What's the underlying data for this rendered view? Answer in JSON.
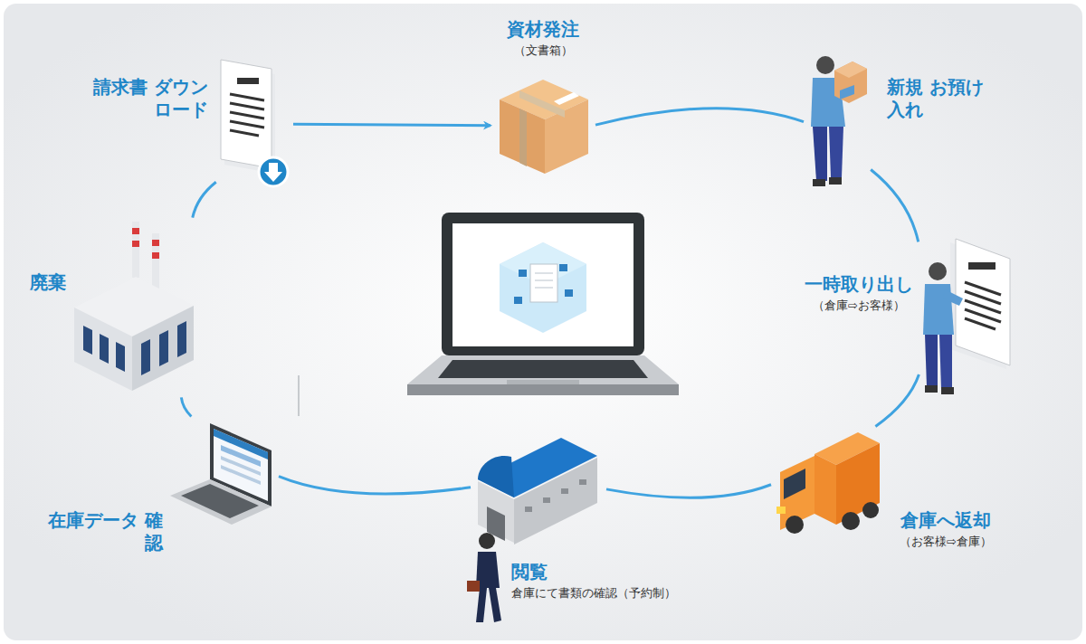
{
  "diagram": {
    "nodes": [
      {
        "text": [
          "資材発注",
          "（文書箱）"
        ]
      },
      {
        "text": [
          "新規 お預け入れ"
        ]
      },
      {
        "text": [
          "一時取り出し",
          "（倉庫⇨お客様）"
        ]
      },
      {
        "text": [
          "倉庫へ返却",
          "（お客様⇨倉庫）"
        ]
      },
      {
        "text": [
          "閲覧",
          "倉庫にて書類の確認（予約制）"
        ]
      },
      {
        "text": [
          "在庫データ 確認"
        ]
      },
      {
        "text": [
          "廃棄"
        ]
      },
      {
        "text": [
          "請求書 ダウンロード"
        ]
      }
    ],
    "edges": [
      {
        "from": 0,
        "to": 1,
        "arrow": "none"
      },
      {
        "from": 1,
        "to": 2,
        "arrow": "none"
      },
      {
        "from": 2,
        "to": 3,
        "arrow": "none"
      },
      {
        "from": 3,
        "to": 4,
        "arrow": "none"
      },
      {
        "from": 4,
        "to": 5,
        "arrow": "none"
      },
      {
        "from": 5,
        "to": 6,
        "arrow": "none"
      },
      {
        "from": 6,
        "to": 7,
        "arrow": "none"
      },
      {
        "from": 7,
        "to": 0,
        "arrow": "to"
      }
    ]
  }
}
